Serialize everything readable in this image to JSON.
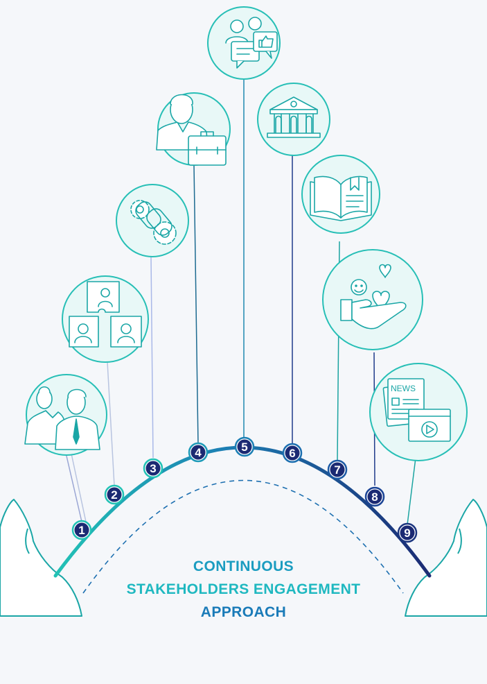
{
  "colors": {
    "background": "#f5f7fa",
    "teal": "#27bfb6",
    "teal_dark": "#1aa6a6",
    "navy": "#1e3a8a",
    "navy_dark": "#1b2a73",
    "circle_fill": "#e8f8f7",
    "title_line1": "#1a9cc0",
    "title_line2": "#1fb8c0",
    "title_line3": "#1a7bb8"
  },
  "title": {
    "line1": "CONTINUOUS",
    "line2": "STAKEHOLDERS ENGAGEMENT",
    "line3": "APPROACH"
  },
  "steps": [
    {
      "number": "1",
      "icon": "people-icon"
    },
    {
      "number": "2",
      "icon": "puzzle-people-icon"
    },
    {
      "number": "3",
      "icon": "gears-link-icon"
    },
    {
      "number": "4",
      "icon": "businessman-icon"
    },
    {
      "number": "5",
      "icon": "chat-thumbs-up-icon"
    },
    {
      "number": "6",
      "icon": "government-building-icon"
    },
    {
      "number": "7",
      "icon": "open-book-icon"
    },
    {
      "number": "8",
      "icon": "hand-hearts-icon"
    },
    {
      "number": "9",
      "icon": "news-media-icon"
    }
  ],
  "news_label": "NEWS"
}
